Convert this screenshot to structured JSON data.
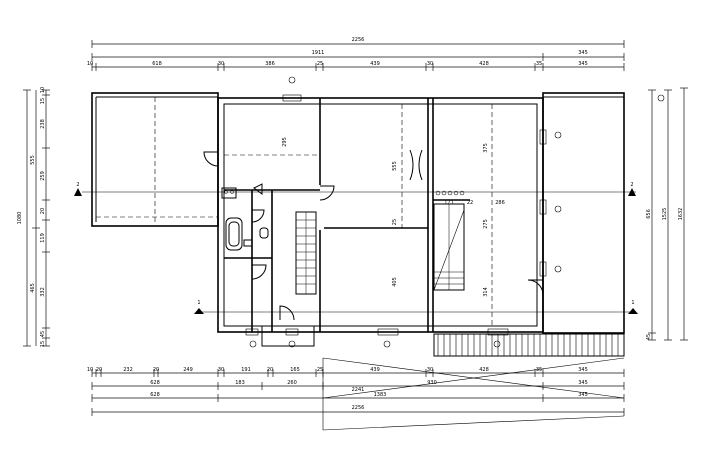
{
  "dims": {
    "top_total": "2256",
    "top_sub_a": "1911",
    "top_sub_b": "345",
    "top_row": [
      "10",
      "618",
      "30",
      "386",
      "25",
      "439",
      "30",
      "428",
      "35",
      "345"
    ],
    "bottom_row1": [
      "10",
      "20",
      "232",
      "20",
      "249",
      "30",
      "191",
      "20",
      "165",
      "25",
      "439",
      "30",
      "428",
      "35",
      "345"
    ],
    "bottom_row2": [
      "628",
      "183",
      "260",
      "930",
      "345"
    ],
    "bottom_row3": [
      "628",
      "1383",
      "2241",
      "345"
    ],
    "bottom_total": "2256",
    "left_total": "1080",
    "left_a": [
      "10",
      "15",
      "238",
      "259",
      "20",
      "119",
      "465",
      "332",
      "45",
      "15"
    ],
    "left_b": [
      "555"
    ],
    "right": [
      "1525",
      "1632",
      "656",
      "45"
    ],
    "interior": [
      "295",
      "555",
      "25",
      "405",
      "375",
      "275",
      "314",
      "121",
      "22",
      "286"
    ]
  },
  "section_marks": {
    "a": "2",
    "b": "1"
  }
}
